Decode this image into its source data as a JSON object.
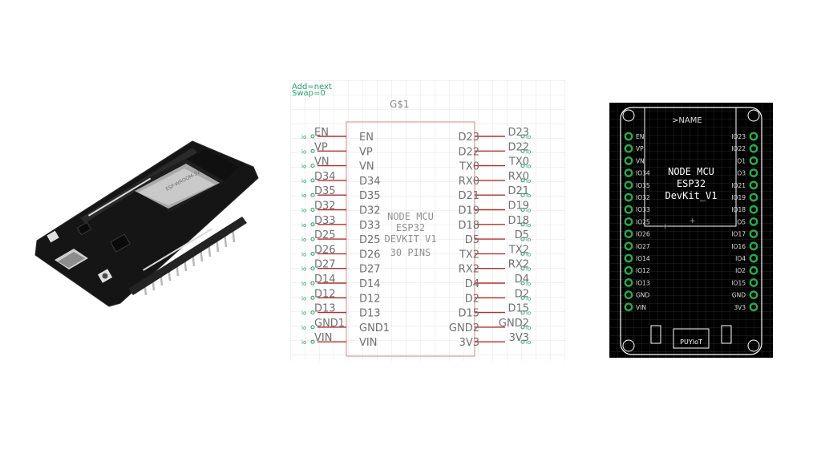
{
  "photo": {
    "chip_label": "ESP-WROOM-32"
  },
  "schematic": {
    "meta_add": "Add=next",
    "meta_swap": "Swap=0",
    "part_name": "G$1",
    "body_lines": [
      "NODE MCU",
      "ESP32",
      "DEVKIT V1",
      "30 PINS"
    ],
    "io_marker": "io",
    "left_pins": [
      "EN",
      "VP",
      "VN",
      "D34",
      "D35",
      "D32",
      "D33",
      "D25",
      "D26",
      "D27",
      "D14",
      "D12",
      "D13",
      "GND1",
      "VIN"
    ],
    "right_pins": [
      "D23",
      "D22",
      "TX0",
      "RX0",
      "D21",
      "D19",
      "D18",
      "D5",
      "TX2",
      "RX2",
      "D4",
      "D2",
      "D15",
      "GND2",
      "3V3"
    ]
  },
  "pcb": {
    "name_label": ">NAME",
    "body_lines": [
      "NODE MCU",
      "ESP32",
      "DevKit_V1"
    ],
    "left_pins": [
      "EN",
      "VP",
      "VN",
      "IO34",
      "IO35",
      "IO32",
      "IO33",
      "IO25",
      "IO26",
      "IO27",
      "IO14",
      "IO12",
      "IO13",
      "GND",
      "VIN"
    ],
    "right_pins": [
      "IO23",
      "IO22",
      "IO1",
      "IO3",
      "IO21",
      "IO19",
      "IO18",
      "IO5",
      "IO17",
      "IO16",
      "IO4",
      "IO2",
      "IO15",
      "GND",
      "3V3"
    ],
    "usb_label": "PUYIoT",
    "colors": {
      "background": "#000000",
      "pad": "#2aa84a",
      "outline": "#ffffff"
    }
  }
}
